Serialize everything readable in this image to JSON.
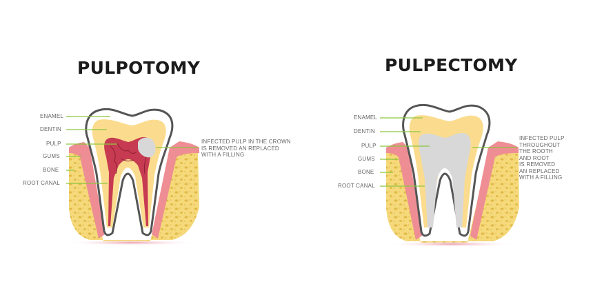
{
  "pulpotomy": {
    "title": "PULPOTOMY",
    "labels": [
      "ENAMEL",
      "DENTIN",
      "PULP",
      "GUMS",
      "BONE",
      "ROOT CANAL"
    ],
    "note": [
      "INFECTED PULP IN THE CROWN",
      "IS REMOVED AN REPLACED",
      "WITH A FILLING"
    ]
  },
  "pulpectomy": {
    "title": "PULPECTOMY",
    "labels": [
      "ENAMEL",
      "DENTIN",
      "PULP",
      "GUMS",
      "BONE",
      "ROOT CANAL"
    ],
    "note": [
      "INFECTED PULP",
      "THROUGHOUT",
      "THE ROOTH",
      "AND ROOT",
      "IS REMOVED",
      "AN REPLACED",
      "WITH A FILLING"
    ]
  },
  "colors": {
    "bone": "#f5d97a",
    "gums": "#ee8e94",
    "dentin": "#fbdc8e",
    "enamel_outline": "#555555",
    "pulp": "#c73b52",
    "filling": "#d8d8d8",
    "leader_line": "#8cc63f"
  }
}
